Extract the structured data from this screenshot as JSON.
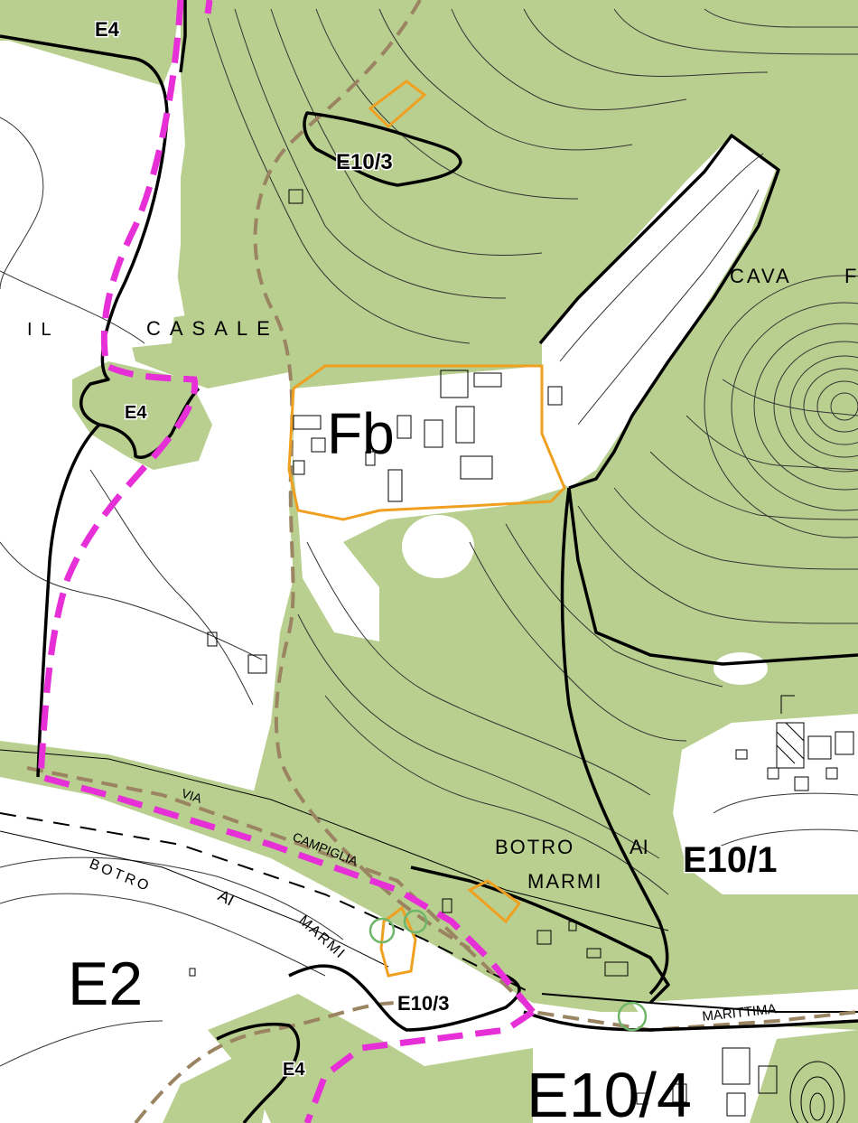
{
  "map": {
    "colors": {
      "background": "#ffffff",
      "vegetation": "#b9cf8f",
      "contour": "#333333",
      "zone_boundary": "#000000",
      "municipal_boundary": "#e62fd6",
      "trail": "#9a8462",
      "building_outline": "#f0a020",
      "building": "#000000",
      "marker_circle": "#6fb56a"
    },
    "labels": {
      "e4_top": "E4",
      "e4_mid": "E4",
      "e4_bottom": "E4",
      "e10_3_top": "E10/3",
      "e10_3_bottom": "E10/3",
      "e10_1": "E10/1",
      "e10_4": "E10/4",
      "e2": "E2",
      "fb": "Fb",
      "il": "IL",
      "casale": "CASALE",
      "cava": "CAVA",
      "cava_cont": "F",
      "botro_right": "BOTRO",
      "ai_right": "AI",
      "marmi_right": "MARMI",
      "botro_left": "BOTRO",
      "ai_left": "AI",
      "marmi_left": "MARMI",
      "campiglia": "CAMPIGLIA",
      "via": "VIA",
      "marittima": "MARITTIMA"
    }
  }
}
